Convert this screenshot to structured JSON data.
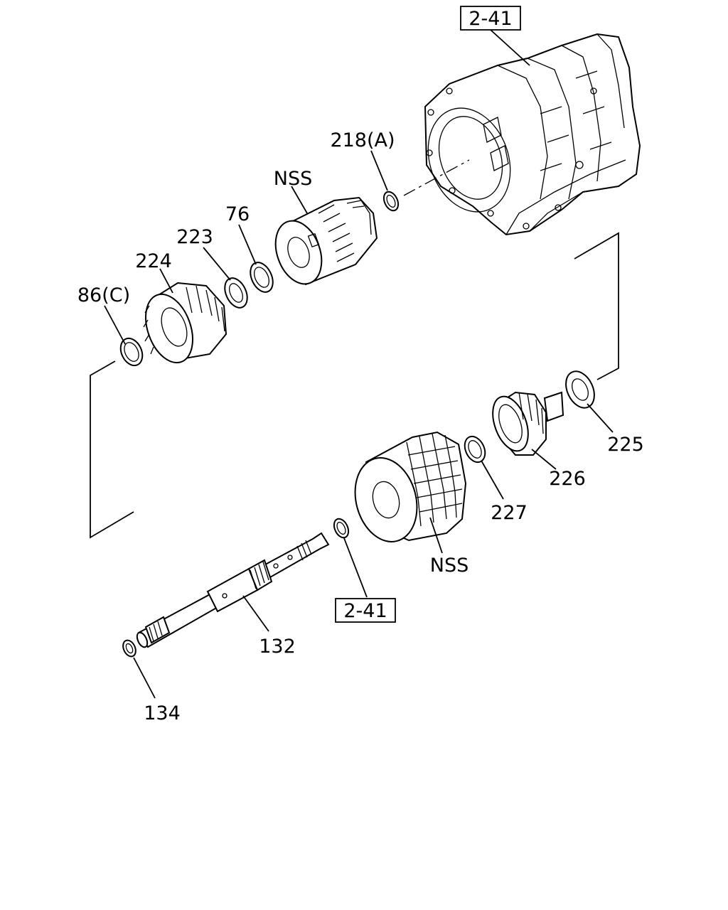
{
  "callouts": {
    "ref_top": "2-41",
    "ref_bottom": "2-41",
    "c218": "218(A)",
    "nss_top": "NSS",
    "c76": "76",
    "c223": "223",
    "c224": "224",
    "c86": "86(C)",
    "c225": "225",
    "c226": "226",
    "c227": "227",
    "nss_bottom": "NSS",
    "c132": "132",
    "c134": "134"
  }
}
